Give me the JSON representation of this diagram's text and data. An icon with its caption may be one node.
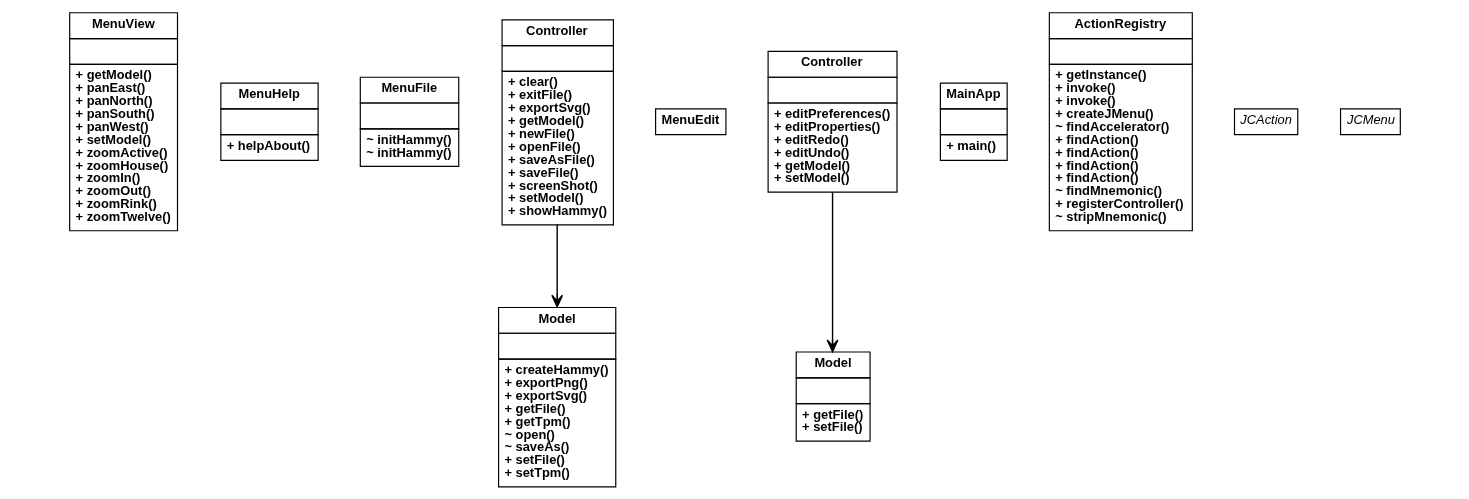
{
  "diagram": {
    "nodes": [
      {
        "text": [
          "MenuView",
          "+ getModel()",
          "+ panEast()",
          "+ panNorth()",
          "+ panSouth()",
          "+ panWest()",
          "+ setModel()",
          "+ zoomActive()",
          "+ zoomHouse()",
          "+ zoomIn()",
          "+ zoomOut()",
          "+ zoomRink()",
          "+ zoomTwelve()"
        ]
      },
      {
        "text": [
          "MenuHelp",
          "+ helpAbout()"
        ]
      },
      {
        "text": [
          "MenuFile",
          "~ initHammy()",
          "~ initHammy()"
        ]
      },
      {
        "text": [
          "Controller",
          "+ clear()",
          "+ exitFile()",
          "+ exportSvg()",
          "+ getModel()",
          "+ newFile()",
          "+ openFile()",
          "+ saveAsFile()",
          "+ saveFile()",
          "+ screenShot()",
          "+ setModel()",
          "+ showHammy()"
        ]
      },
      {
        "text": [
          "Model",
          "+ createHammy()",
          "+ exportPng()",
          "+ exportSvg()",
          "+ getFile()",
          "+ getTpm()",
          "~ open()",
          "~ saveAs()",
          "+ setFile()",
          "+ setTpm()"
        ]
      },
      {
        "text": [
          "MenuEdit"
        ]
      },
      {
        "text": [
          "Controller",
          "+ editPreferences()",
          "+ editProperties()",
          "+ editRedo()",
          "+ editUndo()",
          "+ getModel()",
          "+ setModel()"
        ]
      },
      {
        "text": [
          "Model",
          "+ getFile()",
          "+ setFile()"
        ]
      },
      {
        "text": [
          "MainApp",
          "+ main()"
        ]
      },
      {
        "text": [
          "ActionRegistry",
          "+ getInstance()",
          "+ invoke()",
          "+ invoke()",
          "+ createJMenu()",
          "~ findAccelerator()",
          "+ findAction()",
          "+ findAction()",
          "+ findAction()",
          "+ findAction()",
          "~ findMnemonic()",
          "+ registerController()",
          "~ stripMnemonic()"
        ]
      },
      {
        "text": [
          "JCAction"
        ]
      },
      {
        "text": [
          "JCMenu"
        ]
      }
    ],
    "edges": [
      {
        "from": 3,
        "to": 4,
        "arrow": "to"
      },
      {
        "from": 6,
        "to": 7,
        "arrow": "to"
      }
    ]
  }
}
